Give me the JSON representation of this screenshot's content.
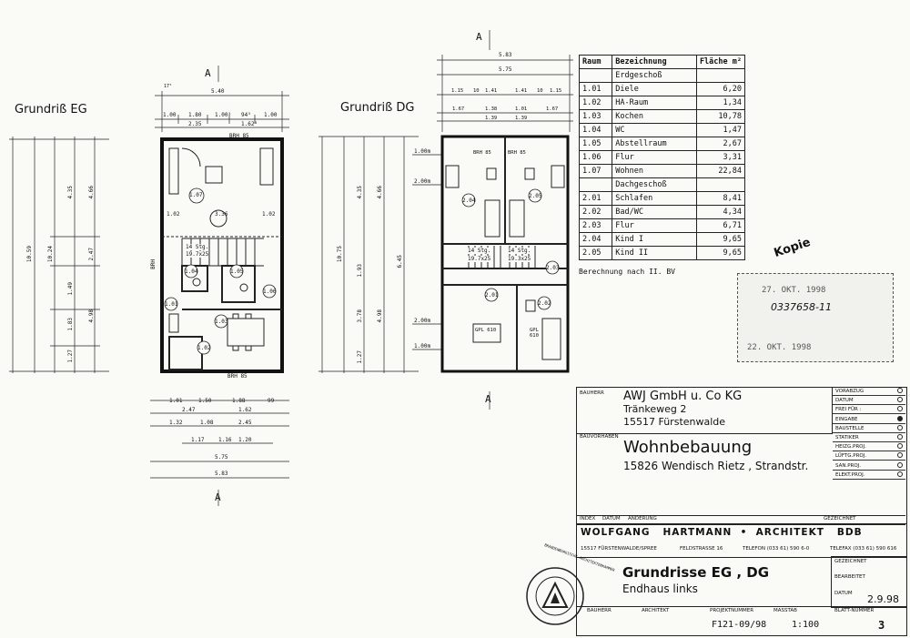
{
  "plans": {
    "eg_title": "Grundriß EG",
    "dg_title": "Grundriß DG",
    "section_mark": "A",
    "eg_dims": {
      "top_total": "5.40",
      "top_a": "17⁵",
      "top_row": [
        "1.00",
        "1.80",
        "1.00⁵",
        "94⁵",
        "1.00"
      ],
      "top_row2": [
        "2.35",
        "1.62⁵"
      ],
      "brh_top": "BRH  85",
      "brh_bottom": "BRH  85",
      "brh_side": "BRH",
      "left_chain": [
        "4.35",
        "1.49",
        "1.83",
        "1.27"
      ],
      "left_total": "10.24",
      "outer_total": "10.59",
      "right_chain": [
        "4.66",
        "2.47",
        "4.98"
      ],
      "mid_row": [
        "1.02",
        "3.36",
        "1.02"
      ],
      "stair": "14 Stg.",
      "stair2": "19.7x25",
      "bot_row1": [
        "1.01",
        "1.50",
        "1.88",
        "99"
      ],
      "bot_row1b": [
        "2.47",
        "1.62"
      ],
      "bot_row2": [
        "1.32",
        "1.08",
        "2.45"
      ],
      "bot_row3": [
        "1.17",
        "1.16",
        "1.20"
      ],
      "bot_total": "5.75",
      "bot_outer": "5.83"
    },
    "dg_dims": {
      "top_total": "5.83",
      "top_a": "5.75",
      "top_row": [
        "1.15",
        "10",
        "1.41",
        "1.41",
        "10",
        "1.15"
      ],
      "top_row2": [
        "1.67",
        "1.38",
        "1.01",
        "1.67"
      ],
      "top_row3": [
        "1.39",
        "1.39"
      ],
      "brh": "BRH  85",
      "levels": [
        "1.00m",
        "2.00m",
        "2.00m",
        "1.00m"
      ],
      "left_chain": [
        "4.35",
        "1.93",
        "3.78",
        "1.27"
      ],
      "left_total": "10.75",
      "right_chain": [
        "4.66",
        "6.45",
        "4.98"
      ],
      "stair_a": "14 Stg.",
      "stair_a2": "19.7x25",
      "stair_b": "14 Stg.",
      "stair_b2": "19.3x25",
      "gpl1": "GPL 610",
      "gpl2": "GPL 610"
    },
    "eg_rooms": [
      "1.07",
      "1.04",
      "1.05",
      "1.06",
      "1.01",
      "1.03",
      "1.02"
    ],
    "dg_rooms": [
      "2.04",
      "2.05",
      "2.03",
      "2.01",
      "2.02"
    ]
  },
  "area_table": {
    "headers": [
      "Raum",
      "Bezeichnung",
      "Fläche m²"
    ],
    "rows": [
      {
        "raum": "",
        "bez": "Erdgeschoß",
        "flaeche": ""
      },
      {
        "raum": "1.01",
        "bez": "Diele",
        "flaeche": "6,20"
      },
      {
        "raum": "1.02",
        "bez": "HA-Raum",
        "flaeche": "1,34"
      },
      {
        "raum": "1.03",
        "bez": "Kochen",
        "flaeche": "10,78"
      },
      {
        "raum": "1.04",
        "bez": "WC",
        "flaeche": "1,47"
      },
      {
        "raum": "1.05",
        "bez": "Abstellraum",
        "flaeche": "2,67"
      },
      {
        "raum": "1.06",
        "bez": "Flur",
        "flaeche": "3,31"
      },
      {
        "raum": "1.07",
        "bez": "Wohnen",
        "flaeche": "22,84"
      },
      {
        "raum": "",
        "bez": "Dachgeschoß",
        "flaeche": ""
      },
      {
        "raum": "2.01",
        "bez": "Schlafen",
        "flaeche": "8,41"
      },
      {
        "raum": "2.02",
        "bez": "Bad/WC",
        "flaeche": "4,34"
      },
      {
        "raum": "2.03",
        "bez": "Flur",
        "flaeche": "6,71"
      },
      {
        "raum": "2.04",
        "bez": "Kind I",
        "flaeche": "9,65"
      },
      {
        "raum": "2.05",
        "bez": "Kind II",
        "flaeche": "9,65"
      }
    ],
    "footnote": "Berechnung nach II. BV"
  },
  "stamp": {
    "kopie": "Kopie",
    "date1": "27. OKT. 1998",
    "number": "0337658-11",
    "date2": "22. OKT. 1998"
  },
  "title_block": {
    "bauherr_label": "BAUHERR",
    "bauherr_name": "AWJ GmbH u. Co KG",
    "bauherr_street": "Tränkeweg 2",
    "bauherr_city": "15517 Fürstenwalde",
    "vorhaben_label": "BAUVORHABEN",
    "vorhaben_title": "Wohnbebauung",
    "vorhaben_place": "15826 Wendisch Rietz , Strandstr.",
    "status_rows": [
      {
        "label": "VORABZUG",
        "on": false
      },
      {
        "label": "DATUM",
        "on": false
      },
      {
        "label": "FREI FÜR :",
        "on": false
      },
      {
        "label": "EINGABE",
        "on": true
      },
      {
        "label": "BAUSTELLE",
        "on": false
      },
      {
        "label": "STATIKER",
        "on": false
      },
      {
        "label": "HEIZG.PROJ.",
        "on": false
      },
      {
        "label": "LÜFTG.PROJ.",
        "on": false
      },
      {
        "label": "SAN.PROJ.",
        "on": false
      },
      {
        "label": "ELEKT.PROJ.",
        "on": false
      }
    ],
    "index_label": "INDEX",
    "datum_label": "DATUM",
    "aenderung_label": "ÄNDERUNG",
    "gezeichnet_label": "GEZEICHNET",
    "architect_name": "WOLFGANG   HARTMANN  •  ARCHITEKT   BDB",
    "architect_city": "15517 FÜRSTENWALDE/SPREE",
    "architect_street": "FELDSTRASSE 16",
    "architect_phone": "TELEFON (033 61) 590 6-0",
    "architect_fax": "TELEFAX (033 61) 590 616",
    "drawing_title": "Grundrisse EG , DG",
    "drawing_subtitle": "Endhaus links",
    "gezeichnet2": "GEZEICHNET",
    "bearbeitet": "BEARBEITET",
    "datum2_label": "DATUM",
    "datum2_value": "2.9.98",
    "bauherr_sig_label": "BAUHERR",
    "architekt_label": "ARCHITEKT",
    "projnr_label": "PROJEKTNUMMER",
    "projnr": "F121-09/98",
    "massstab_label": "MASSTAB",
    "massstab": "1:100",
    "blatt_label": "BLATT-NUMMER",
    "blatt": "3",
    "seal_text": "BRANDENBURGISCHE ARCHITEKTENKAMMER"
  }
}
